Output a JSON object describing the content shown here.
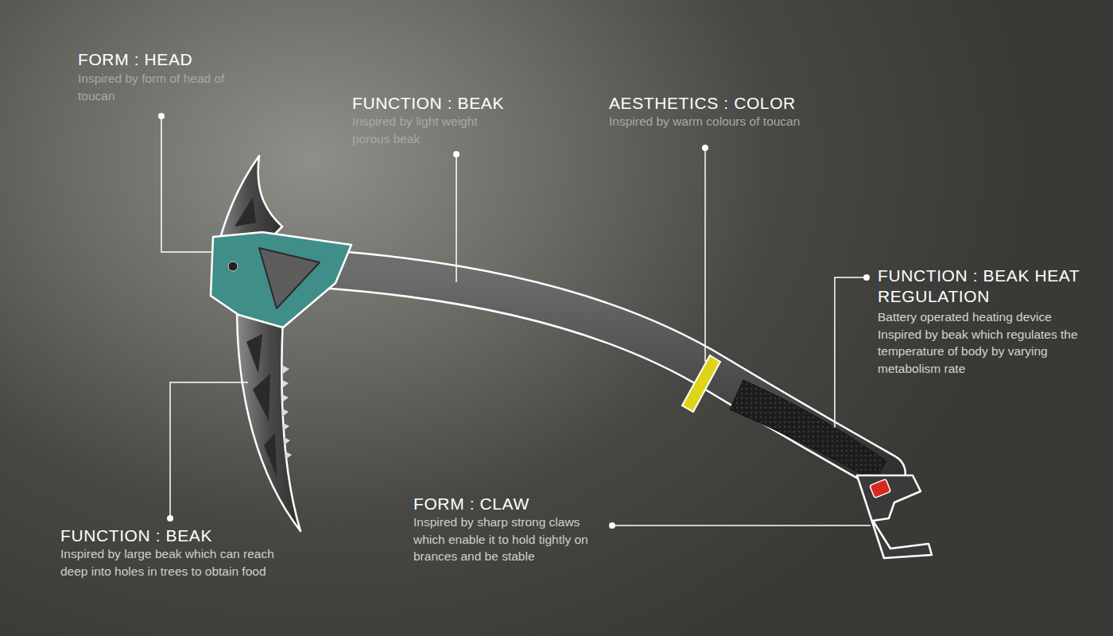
{
  "diagram": {
    "labels": [
      "FORM : HEAD",
      "Inspired by form of head of toucan",
      "FUNCTION : BEAK",
      "Inspired by light weight porous beak",
      "AESTHETICS : COLOR",
      "Inspired by warm colours of toucan",
      "FUNCTION : BEAK HEAT REGULATION",
      "Battery operated heating device Inspired by beak which regulates the temperature of body by varying metabolism rate",
      "FUNCTION : BEAK",
      "Inspired by large beak which can reach deep into holes in trees to obtain food",
      "FORM : CLAW",
      "Inspired by sharp strong claws which enable it to hold tightly on brances and be stable"
    ]
  }
}
